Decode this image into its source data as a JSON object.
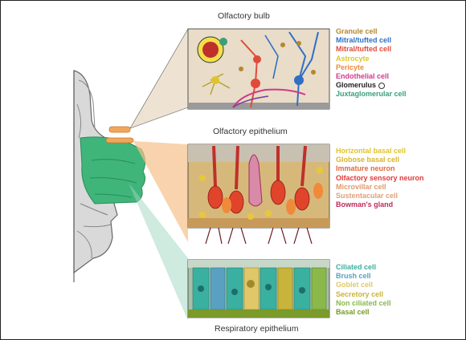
{
  "titles": {
    "bulb": "Olfactory bulb",
    "olfactory_epithelium": "Olfactory epithelium",
    "respiratory_epithelium": "Respiratory epithelium"
  },
  "legend_bulb": [
    {
      "label": "Granule cell",
      "color": "#b5872f"
    },
    {
      "label": "Mitral/tufted cell",
      "color": "#2f6fc4"
    },
    {
      "label": "Mitral/tufted cell",
      "color": "#e04a3a"
    },
    {
      "label": "Astrocyte",
      "color": "#e0c32a"
    },
    {
      "label": "Pericyte",
      "color": "#f08a3a"
    },
    {
      "label": "Endothelial cell",
      "color": "#d03a8a"
    },
    {
      "label": "Glomerulus",
      "color": "#222222"
    },
    {
      "label": "Juxtaglomerular cell",
      "color": "#3aa07a"
    }
  ],
  "legend_olfactory": [
    {
      "label": "Horizontal basal cell",
      "color": "#e0c32a"
    },
    {
      "label": "Globose basal cell",
      "color": "#d9b52a"
    },
    {
      "label": "Immature neuron",
      "color": "#e06a3a"
    },
    {
      "label": "Olfactory sensory neuron",
      "color": "#e03a3a"
    },
    {
      "label": "Microvillar cell",
      "color": "#e09a6a"
    },
    {
      "label": "Sustentacular cell",
      "color": "#e0a07a"
    },
    {
      "label": "Bowman's gland",
      "color": "#c02a5a"
    }
  ],
  "legend_respiratory": [
    {
      "label": "Ciliated cell",
      "color": "#3ab0a0"
    },
    {
      "label": "Brush cell",
      "color": "#5aa0c0"
    },
    {
      "label": "Goblet cell",
      "color": "#e0c86a"
    },
    {
      "label": "Secretory cell",
      "color": "#c8b43a"
    },
    {
      "label": "Non ciliated cell",
      "color": "#8ab84a"
    },
    {
      "label": "Basal cell",
      "color": "#7a9a2a"
    }
  ]
}
